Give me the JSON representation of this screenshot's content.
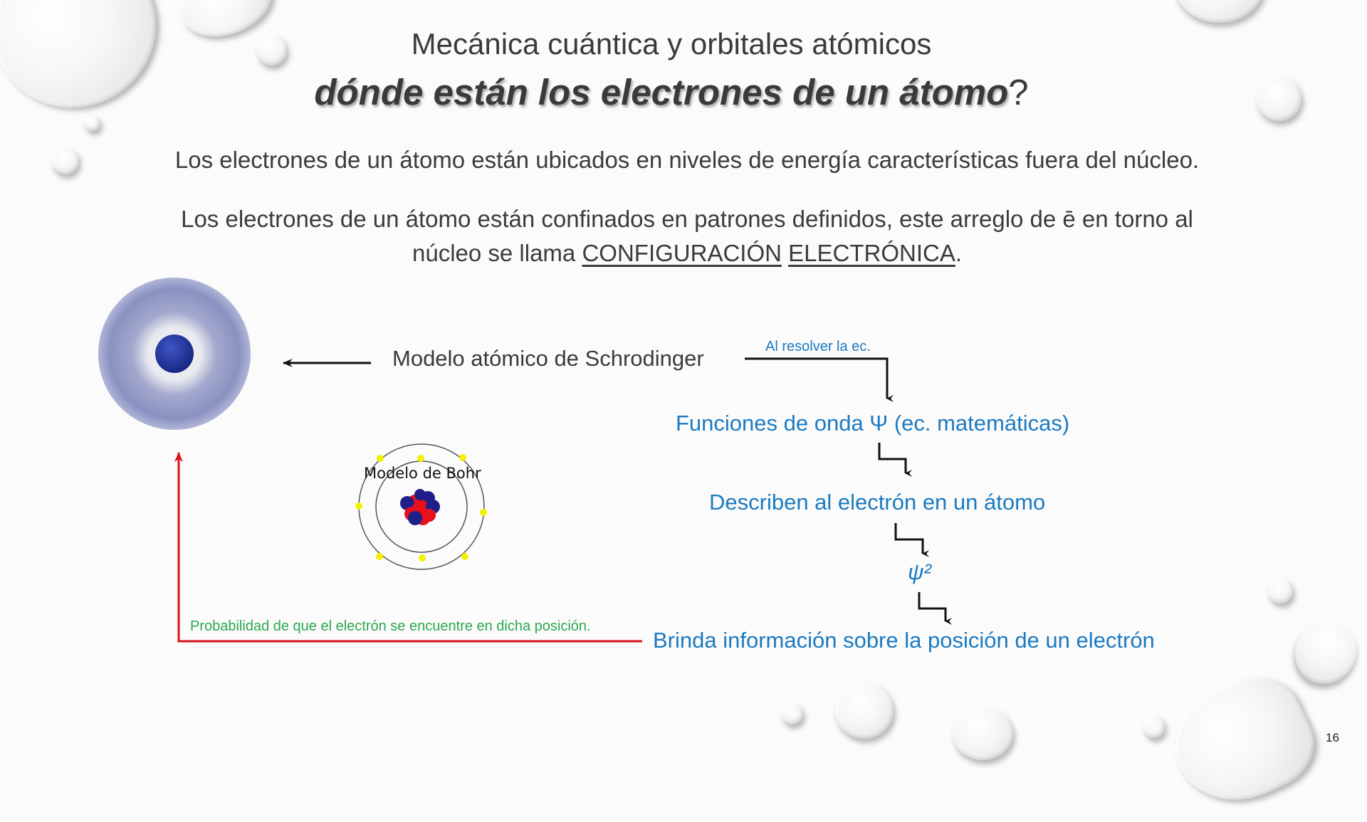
{
  "slide": {
    "title_line1": "Mecánica cuántica y orbitales atómicos",
    "title_line2_emphasis": "dónde están los electrones de un átomo",
    "title_line2_suffix": "?",
    "paragraph1": "Los electrones de un átomo están ubicados en niveles de energía características fuera del núcleo.",
    "paragraph2_line1": "Los electrones de un átomo están confinados en patrones definidos, este arreglo de ē en torno al",
    "paragraph2_prefix": "núcleo se llama ",
    "paragraph2_term1": "CONFIGURACIÓN",
    "paragraph2_term2": "ELECTRÓNICA",
    "paragraph2_suffix": ".",
    "page_number": "16"
  },
  "diagram": {
    "schrodinger_label": "Modelo atómico de Schrodinger",
    "bohr_label": "Modelo de Bohr",
    "connector_label": "Al resolver la ec.",
    "flow_steps": [
      "Funciones de onda Ψ (ec. matemáticas)",
      "Describen al electrón en un átomo",
      "ψ²",
      "Brinda información sobre la posición de un electrón"
    ],
    "probability_note": "Probabilidad de que el electrón se encuentre en dicha posición.",
    "colors": {
      "text_dark": "#3a3a3a",
      "flow_blue": "#1b7ac2",
      "note_green": "#2ca84f",
      "feedback_red": "#d9121b",
      "cloud_blue": "#8e96c8",
      "nucleus_blue": "#1f2f8f",
      "bohr_electron_yellow": "#f5f000"
    }
  }
}
